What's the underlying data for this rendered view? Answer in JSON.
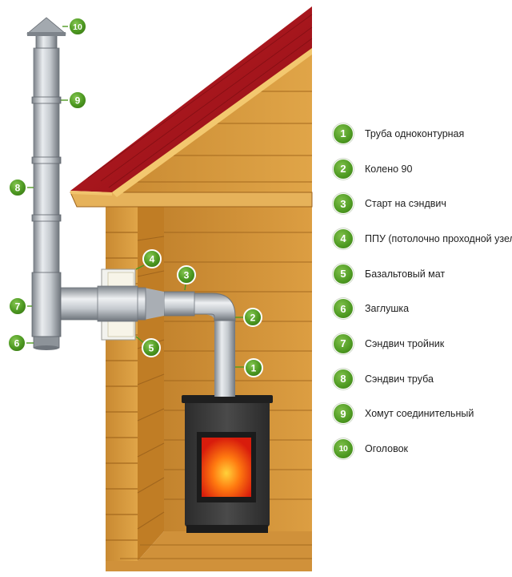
{
  "legend": [
    {
      "number": "1",
      "label": "Труба одноконтурная"
    },
    {
      "number": "2",
      "label": "Колено 90"
    },
    {
      "number": "3",
      "label": "Старт на сэндвич"
    },
    {
      "number": "4",
      "label": "ППУ (потолочно проходной узел)"
    },
    {
      "number": "5",
      "label": "Базальтовый мат"
    },
    {
      "number": "6",
      "label": "Заглушка"
    },
    {
      "number": "7",
      "label": "Сэндвич тройник"
    },
    {
      "number": "8",
      "label": "Сэндвич труба"
    },
    {
      "number": "9",
      "label": "Хомут соединительный"
    },
    {
      "number": "10",
      "label": "Оголовок"
    }
  ],
  "callouts": [
    "1",
    "2",
    "3",
    "4",
    "5",
    "6",
    "7",
    "8",
    "9",
    "10"
  ],
  "colors": {
    "badge_green": "#4e9a22",
    "wall_wood": "#d99a3c",
    "roof_red": "#a8151c",
    "pipe_steel": "#b9bec4",
    "stove_body": "#3b3b3b",
    "fire_glow": "#ff5a10"
  }
}
